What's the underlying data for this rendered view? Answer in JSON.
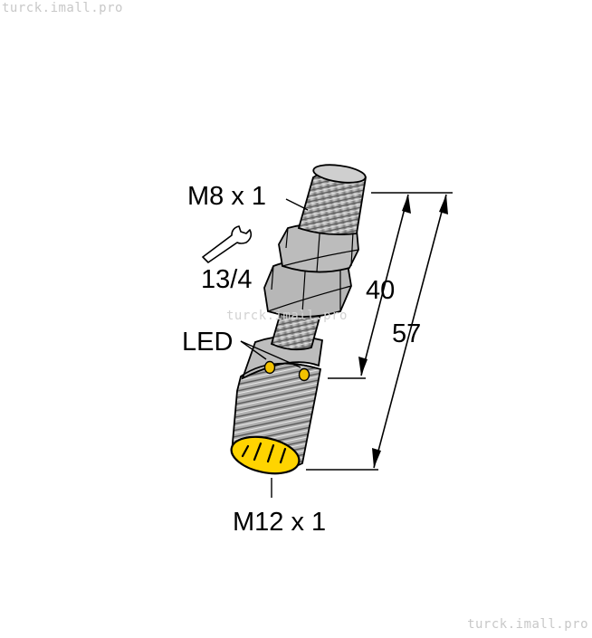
{
  "watermarks": {
    "top": "turck.imall.pro",
    "middle": "turck.imall.pro",
    "bottom": "turck.imall.pro"
  },
  "labels": {
    "top_thread": "M8 x 1",
    "wrench_size": "13/4",
    "led": "LED",
    "bottom_thread": "M12 x 1"
  },
  "dimensions": {
    "short": "40",
    "long": "57"
  },
  "colors": {
    "body": "#b9b9b9",
    "body_shadow": "#8e8e8e",
    "connector_face": "#ffd400",
    "led": "#f2c200"
  },
  "icons": [
    "wrench-icon"
  ]
}
